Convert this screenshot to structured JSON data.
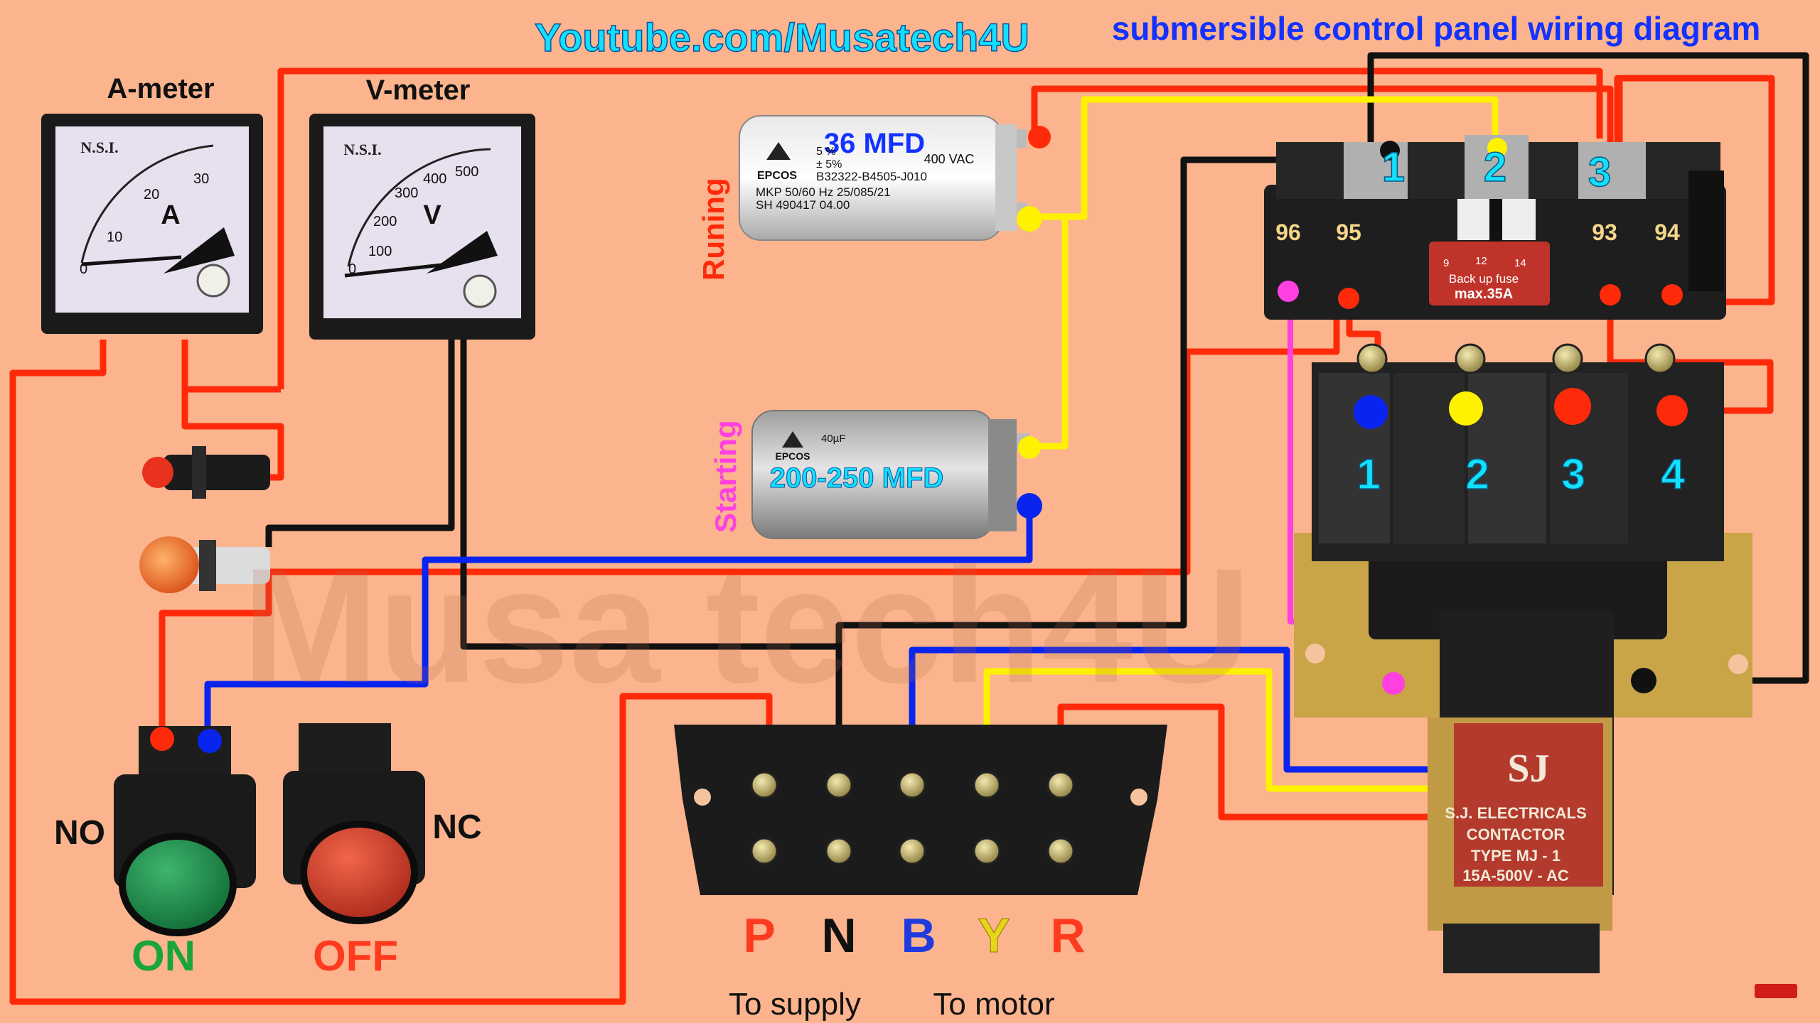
{
  "header": {
    "channel_url": "Youtube.com/Musatech4U",
    "title": "submersible control panel wiring diagram"
  },
  "watermark": "Musa tech4U",
  "meters": {
    "ammeter_label": "A-meter",
    "ammeter_brand": "N.S.I.",
    "ammeter_unit": "A",
    "ammeter_scale": [
      "0",
      "10",
      "20",
      "30"
    ],
    "voltmeter_label": "V-meter",
    "voltmeter_brand": "N.S.I.",
    "voltmeter_unit": "V",
    "voltmeter_scale": [
      "0",
      "100",
      "200",
      "300",
      "400",
      "500"
    ]
  },
  "capacitors": {
    "running_side_label": "Runing",
    "running_value": "36 MFD",
    "running_brand": "EPCOS",
    "running_spec_lines": [
      "5 %",
      "± 5%",
      "B32322-B4505-J010",
      "MKP  50/60 Hz  25/085/21",
      "SH  490417  04.00"
    ],
    "running_voltage": "400 VAC",
    "starting_side_label": "Starting",
    "starting_value": "200-250 MFD",
    "starting_brand": "EPCOS",
    "starting_small": "40µF"
  },
  "buttons": {
    "no_label": "NO",
    "nc_label": "NC",
    "on_label": "ON",
    "off_label": "OFF",
    "on_color": "#1a8a4a",
    "off_color": "#d9412b"
  },
  "overload": {
    "top_terminals": [
      "1",
      "2",
      "3"
    ],
    "aux_terminals": [
      "96",
      "95",
      "93",
      "94"
    ],
    "dial_text": "Back up fuse",
    "dial_max": "max.35A",
    "dial_scale": [
      "9",
      "12",
      "14"
    ]
  },
  "contactor": {
    "terminals": [
      "1",
      "2",
      "3",
      "4"
    ],
    "plate_lines": [
      "S.J. ELECTRICALS",
      "CONTACTOR",
      "TYPE MJ - 1",
      "15A-500V - AC"
    ],
    "logo": "SJ"
  },
  "terminal_block": {
    "labels": [
      "P",
      "N",
      "B",
      "Y",
      "R"
    ],
    "label_colors": [
      "#ff3b1f",
      "#111111",
      "#1f3be0",
      "#e8d51a",
      "#ff3b1f"
    ],
    "to_supply": "To supply",
    "to_motor": "To motor"
  },
  "wire_colors": {
    "red": "#ff2a0a",
    "black": "#111111",
    "blue": "#0a24f0",
    "yellow": "#fff200",
    "pink": "#ff40e0"
  }
}
